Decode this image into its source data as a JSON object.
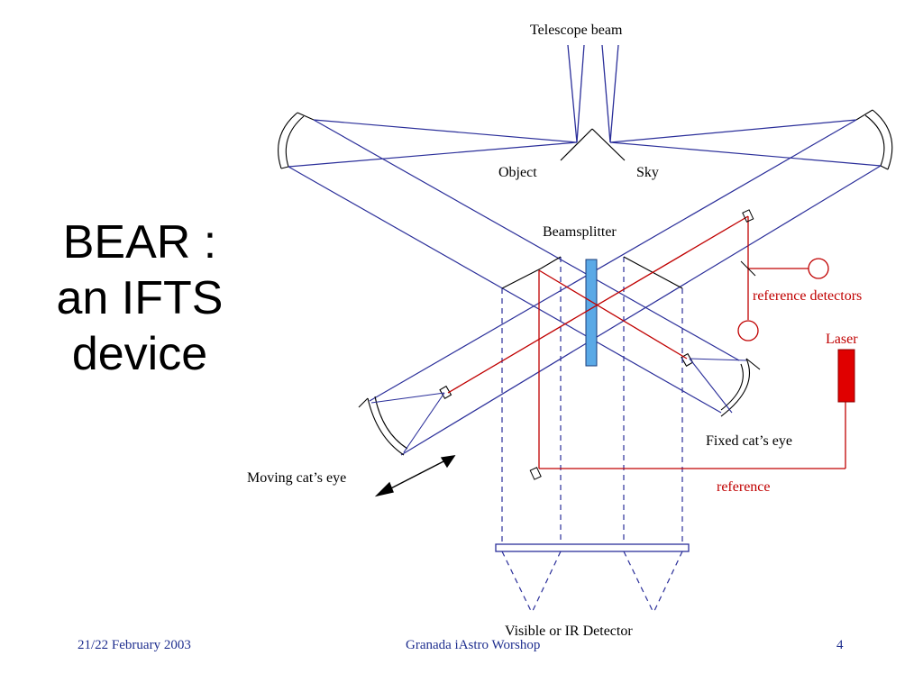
{
  "slide": {
    "title_line1": "BEAR :",
    "title_line2": "an IFTS",
    "title_line3": "device"
  },
  "diagram": {
    "telescope_beam": "Telescope beam",
    "object": "Object",
    "sky": "Sky",
    "beamsplitter": "Beamsplitter",
    "reference_detectors": "reference detectors",
    "laser": "Laser",
    "fixed_cats_eye": "Fixed cat’s eye",
    "moving_cats_eye": "Moving cat’s eye",
    "reference": "reference",
    "detector": "Visible or IR Detector"
  },
  "colors": {
    "optical_beam": "#2b2f9a",
    "laser_beam": "#c00000",
    "beamsplitter_fill": "#5aa9e6",
    "laser_fill": "#e00000"
  },
  "footer": {
    "date": "21/22 February 2003",
    "event": "Granada iAstro  Worshop",
    "page": "4"
  }
}
